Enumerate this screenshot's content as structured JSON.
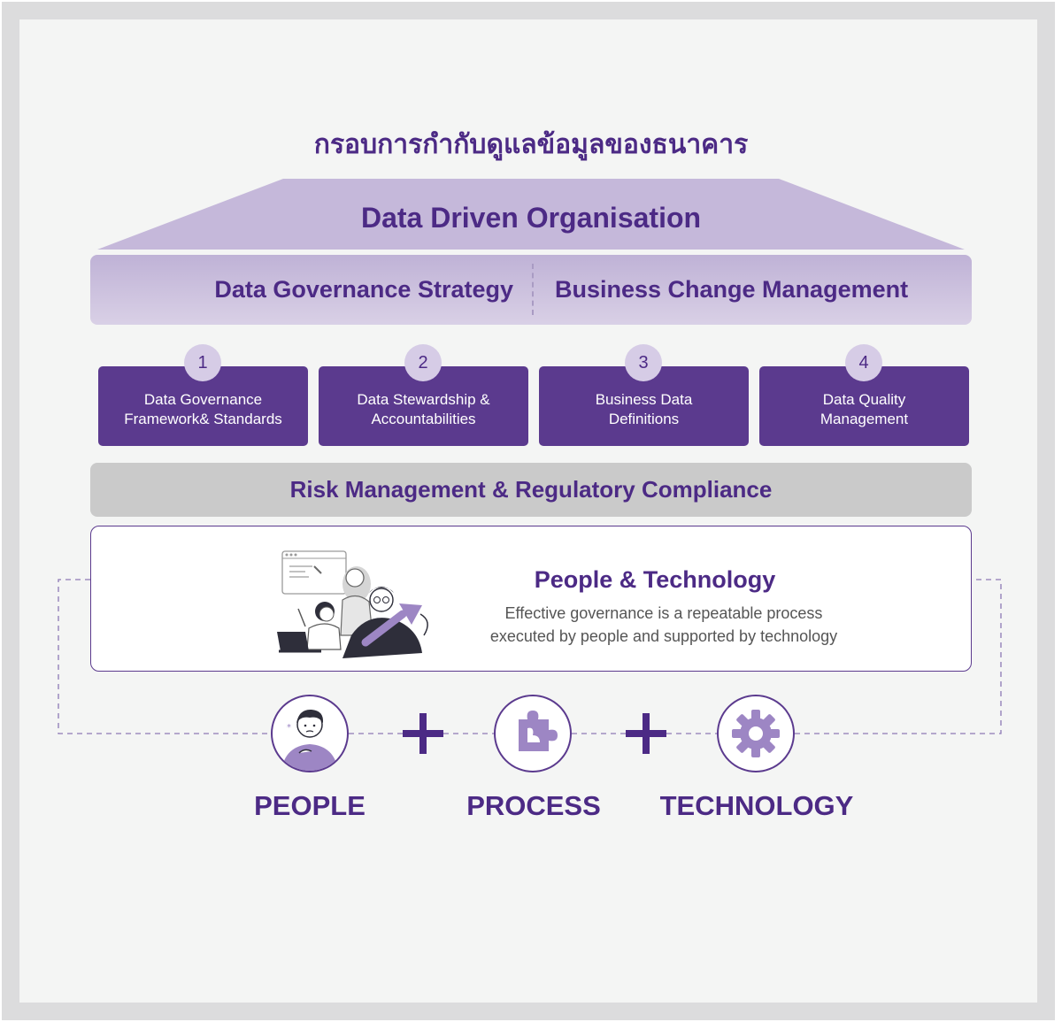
{
  "title": "กรอบการกำกับดูแลข้อมูลของธนาคาร",
  "roof": "Data Driven Organisation",
  "band": {
    "left": "Data Governance Strategy",
    "right": "Business Change Management"
  },
  "pillars": [
    {
      "num": "1",
      "line1": "Data Governance",
      "line2": "Framework& Standards"
    },
    {
      "num": "2",
      "line1": "Data Stewardship &",
      "line2": "Accountabilities"
    },
    {
      "num": "3",
      "line1": "Business Data",
      "line2": "Definitions"
    },
    {
      "num": "4",
      "line1": "Data Quality",
      "line2": "Management"
    }
  ],
  "risk": "Risk Management & Regulatory Compliance",
  "people_tech": {
    "title": "People & Technology",
    "desc_line1": "Effective governance is a repeatable process",
    "desc_line2": "executed by people and supported by technology"
  },
  "pillars_bottom": [
    "PEOPLE",
    "PROCESS",
    "TECHNOLOGY"
  ],
  "colors": {
    "primary": "#4c2a85",
    "pillar": "#5b3a8e",
    "light": "#d6cce6",
    "roof": "#c5b8da",
    "risk": "#cacaca",
    "accent": "#9d86c4"
  },
  "icons": [
    "person-icon",
    "puzzle-icon",
    "gear-icon",
    "plus-icon"
  ]
}
